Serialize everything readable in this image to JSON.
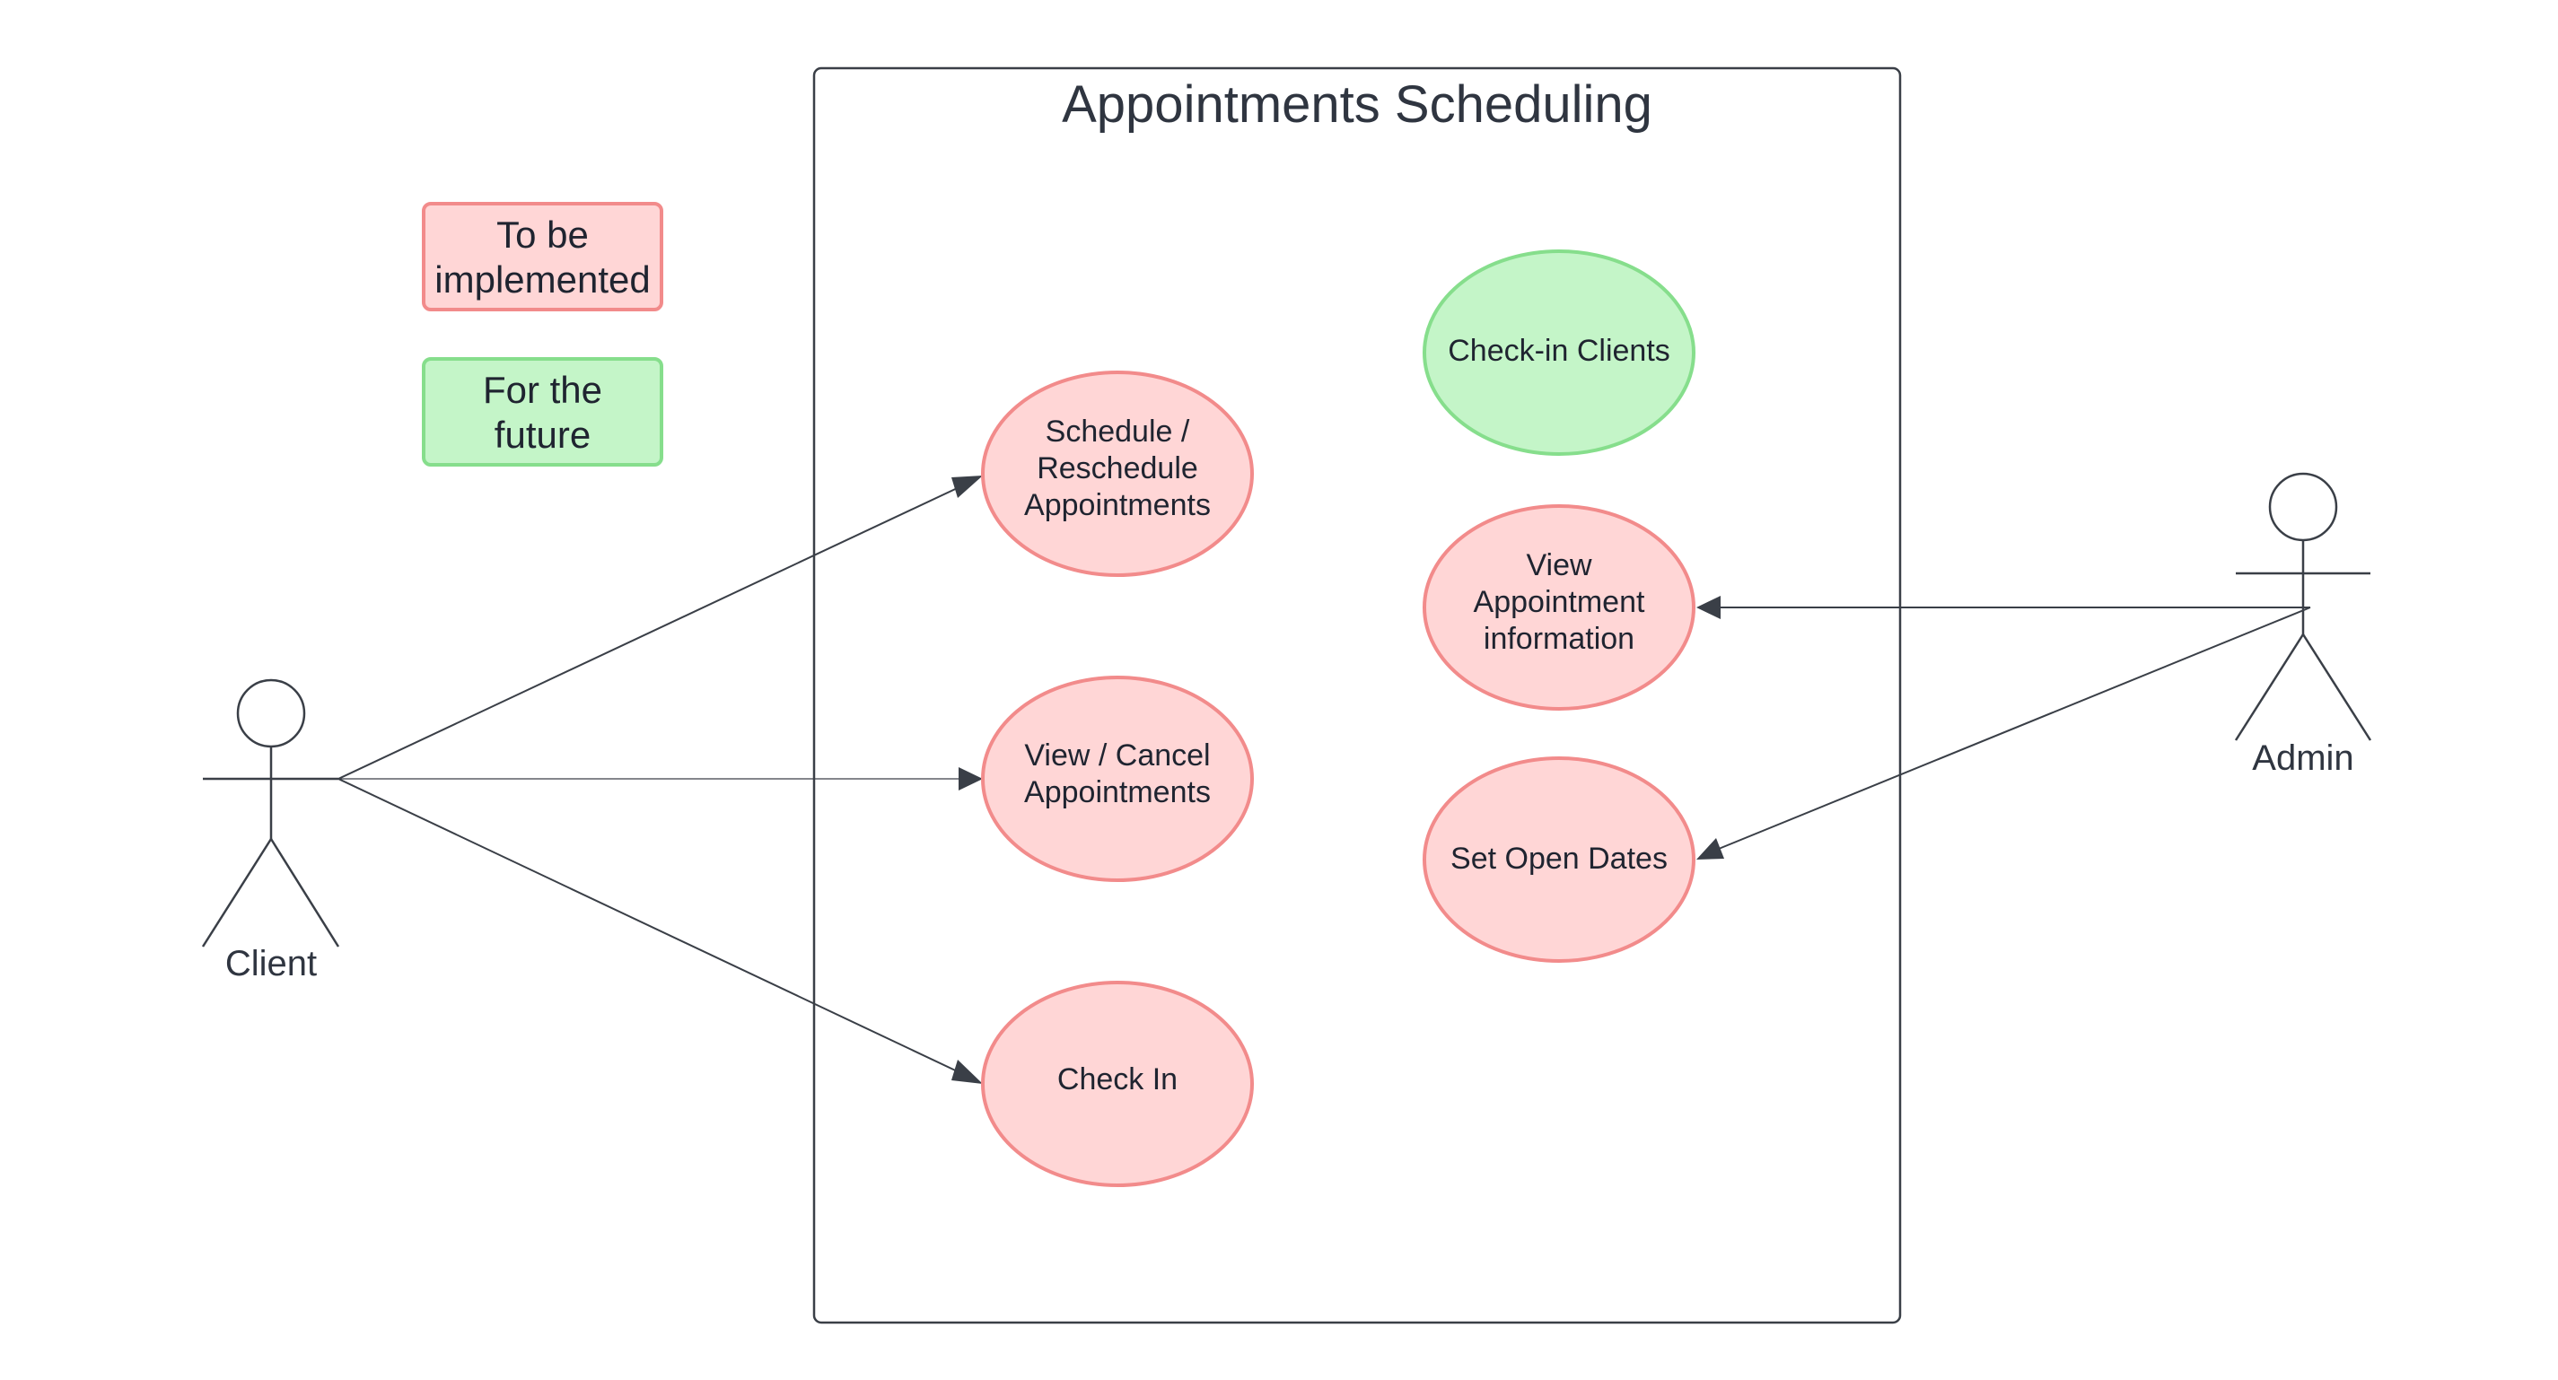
{
  "system": {
    "title": "Appointments Scheduling"
  },
  "legend": {
    "to_be_implemented": [
      "To be",
      "implemented"
    ],
    "for_the_future": [
      "For the",
      "future"
    ]
  },
  "actors": {
    "client": "Client",
    "admin": "Admin"
  },
  "use_cases": {
    "schedule": [
      "Schedule /",
      "Reschedule",
      "Appointments"
    ],
    "view_cancel": [
      "View / Cancel",
      "Appointments"
    ],
    "check_in": [
      "Check In"
    ],
    "check_in_clients": [
      "Check-in Clients"
    ],
    "view_info": [
      "View",
      "Appointment",
      "information"
    ],
    "set_open_dates": [
      "Set Open Dates"
    ]
  },
  "colors": {
    "to_be_implemented_fill": "#ffd6d6",
    "to_be_implemented_stroke": "#f28b8b",
    "for_the_future_fill": "#c4f5c8",
    "for_the_future_stroke": "#86de8c",
    "line": "#3a3f47"
  }
}
